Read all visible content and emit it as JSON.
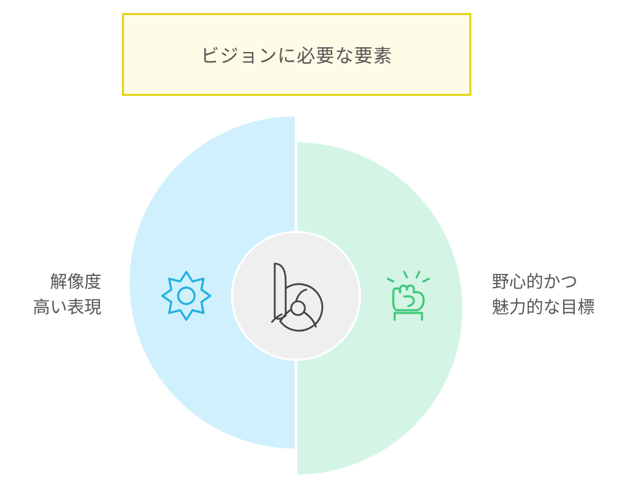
{
  "title": "ビジョンに必要な要素",
  "colors": {
    "title_bg": "#fefce6",
    "title_border": "#e6d41c",
    "left_half": "#cff0fc",
    "right_half": "#d4f5e5",
    "center": "#efefef",
    "left_icon": "#1fb0dd",
    "right_icon": "#3ec87a",
    "center_icon": "#444444"
  },
  "left": {
    "icon": "sun-icon",
    "label_line1": "解像度",
    "label_line2": "高い表現"
  },
  "right": {
    "icon": "raised-fist-icon",
    "label_line1": "野心的かつ",
    "label_line2": "魅力的な目標"
  },
  "center": {
    "icon": "brand-logo-icon"
  }
}
